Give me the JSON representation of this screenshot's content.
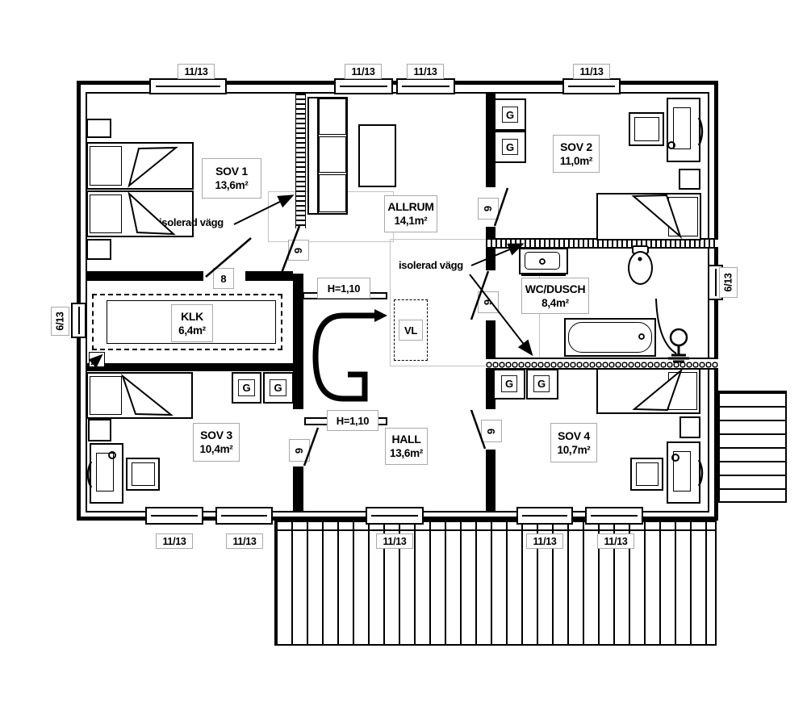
{
  "plan": {
    "rooms": [
      {
        "name": "SOV 1",
        "area": "13,6m²"
      },
      {
        "name": "ALLRUM",
        "area": "14,1m²"
      },
      {
        "name": "SOV 2",
        "area": "11,0m²"
      },
      {
        "name": "KLK",
        "area": "6,4m²"
      },
      {
        "name": "WC/DUSCH",
        "area": "8,4m²"
      },
      {
        "name": "SOV 3",
        "area": "10,4m²"
      },
      {
        "name": "HALL",
        "area": "13,6m²"
      },
      {
        "name": "SOV 4",
        "area": "10,7m²"
      }
    ],
    "windows": {
      "top": [
        "11/13",
        "11/13",
        "11/13",
        "11/13"
      ],
      "bottom": [
        "11/13",
        "11/13",
        "11/13",
        "11/13",
        "11/13"
      ],
      "left": [
        "6/13"
      ],
      "right": [
        "6/13"
      ]
    },
    "doors": {
      "eight": "8",
      "nine": [
        "9",
        "9",
        "9",
        "9",
        "9"
      ]
    },
    "wardrobes": [
      "G",
      "G",
      "G",
      "G",
      "G",
      "G"
    ],
    "notes": {
      "insulated": [
        "isolerad vägg",
        "isolerad vägg"
      ],
      "height": [
        "H=1,10",
        "H=1,10"
      ],
      "vent": "VL"
    }
  }
}
